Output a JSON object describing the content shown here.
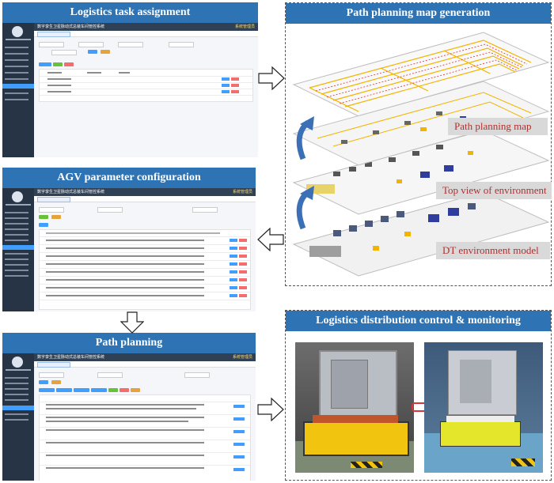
{
  "panels": {
    "task": {
      "title": "Logistics task assignment"
    },
    "agv": {
      "title": "AGV parameter configuration"
    },
    "path": {
      "title": "Path planning"
    },
    "map": {
      "title": "Path planning map generation"
    },
    "control": {
      "title": "Logistics distribution control & monitoring"
    }
  },
  "ui": {
    "system_title": "数字孪生卫星脉动式总装车间管控系统",
    "user_label": "系统管理员"
  },
  "map_labels": {
    "path_map": "Path planning map",
    "top_view": "Top view of environment",
    "dt_model": "DT environment model"
  },
  "colors": {
    "title_bar": "#2e74b5",
    "sidebar": "#263445",
    "header": "#304156",
    "map_label_text": "#b03030",
    "arrow_blue": "#3b6fb6",
    "path_yellow": "#f2b400",
    "path_red": "#e03030"
  }
}
